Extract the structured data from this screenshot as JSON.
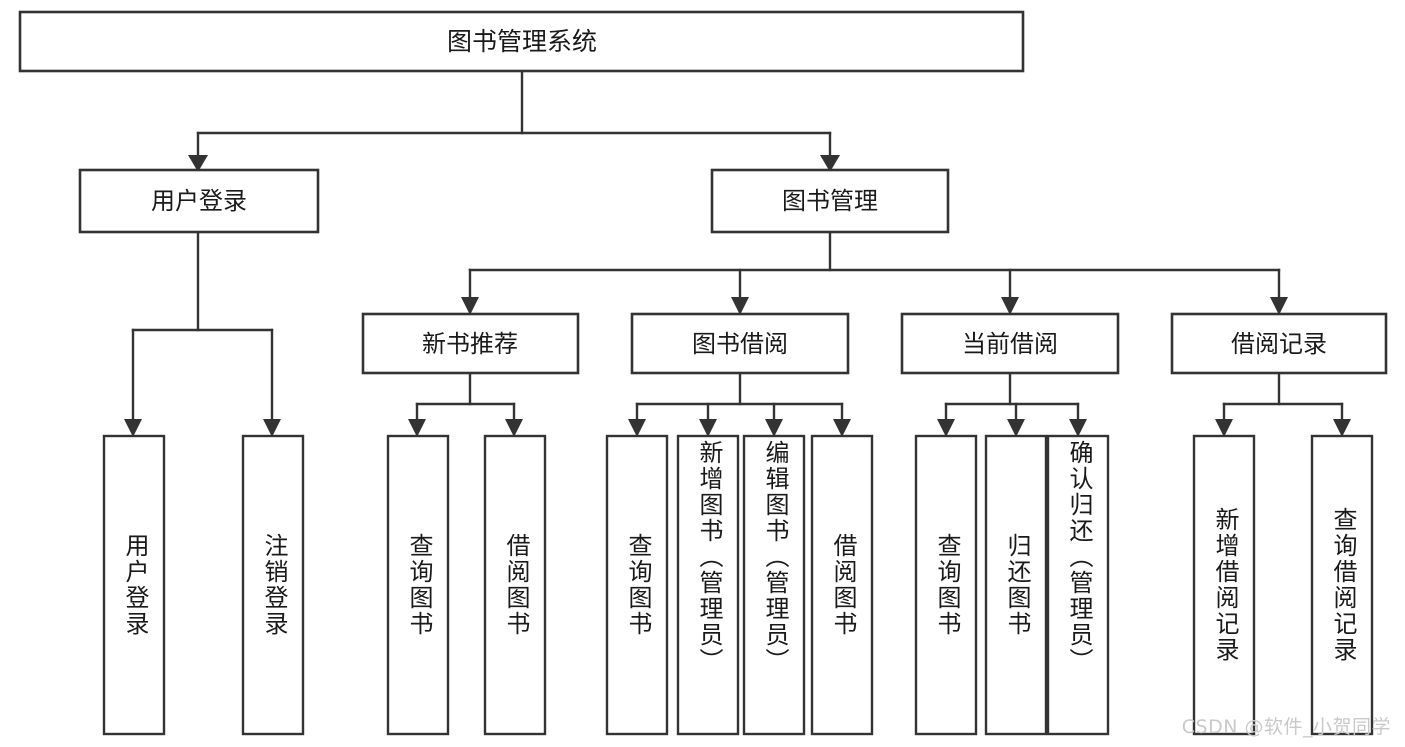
{
  "diagram": {
    "title_node": {
      "label": "图书管理系统"
    },
    "level1": [
      {
        "id": "user-login",
        "label": "用户登录"
      },
      {
        "id": "book-management",
        "label": "图书管理"
      }
    ],
    "level2": [
      {
        "id": "new-book-recommend",
        "label": "新书推荐"
      },
      {
        "id": "book-borrow",
        "label": "图书借阅"
      },
      {
        "id": "current-borrow",
        "label": "当前借阅"
      },
      {
        "id": "borrow-record",
        "label": "借阅记录"
      }
    ],
    "leaves": [
      {
        "id": "leaf-user-login",
        "label": "用户登录",
        "parent": "user-login"
      },
      {
        "id": "leaf-logout-login",
        "label": "注销登录",
        "parent": "user-login"
      },
      {
        "id": "leaf-query-book-1",
        "label": "查询图书",
        "parent": "new-book-recommend"
      },
      {
        "id": "leaf-borrow-book-1",
        "label": "借阅图书",
        "parent": "new-book-recommend"
      },
      {
        "id": "leaf-query-book-2",
        "label": "查询图书",
        "parent": "book-borrow"
      },
      {
        "id": "leaf-add-book",
        "label": "新增图书（管理员）",
        "parent": "book-borrow"
      },
      {
        "id": "leaf-edit-book",
        "label": "编辑图书（管理员）",
        "parent": "book-borrow"
      },
      {
        "id": "leaf-borrow-book-2",
        "label": "借阅图书",
        "parent": "book-borrow"
      },
      {
        "id": "leaf-query-book-3",
        "label": "查询图书",
        "parent": "current-borrow"
      },
      {
        "id": "leaf-return-book",
        "label": "归还图书",
        "parent": "current-borrow"
      },
      {
        "id": "leaf-confirm-return",
        "label": "确认归还（管理员）",
        "parent": "current-borrow"
      },
      {
        "id": "leaf-add-record",
        "label": "新增借阅记录",
        "parent": "borrow-record"
      },
      {
        "id": "leaf-query-record",
        "label": "查询借阅记录",
        "parent": "borrow-record"
      }
    ]
  },
  "watermark": {
    "text": "CSDN @软件_小贺同学"
  },
  "colors": {
    "stroke": "#333333",
    "box_fill": "#ffffff",
    "text": "#1a1a1a",
    "watermark": "#c9c9c9",
    "background": "#ffffff"
  }
}
